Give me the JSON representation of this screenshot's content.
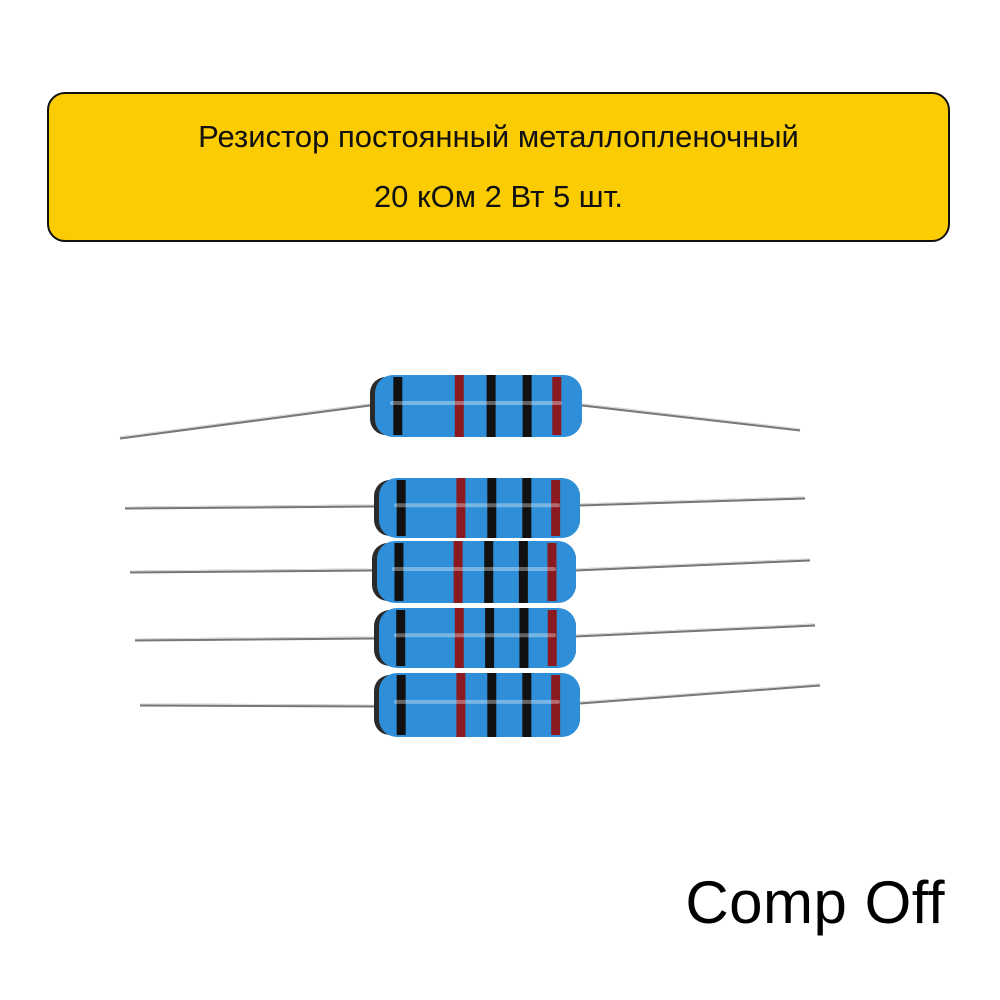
{
  "title": {
    "line1": "Резистор постоянный металлопленочный",
    "line2": "20 кОм 2 Вт 5 шт."
  },
  "brand": "Comp Off",
  "colors": {
    "banner": "#fccc03",
    "body": "#2f8ed8",
    "band_red": "#8a1a1f",
    "band_black": "#111111"
  },
  "product": {
    "count": 5,
    "bands": [
      "black",
      "red",
      "black",
      "black",
      "red"
    ]
  }
}
